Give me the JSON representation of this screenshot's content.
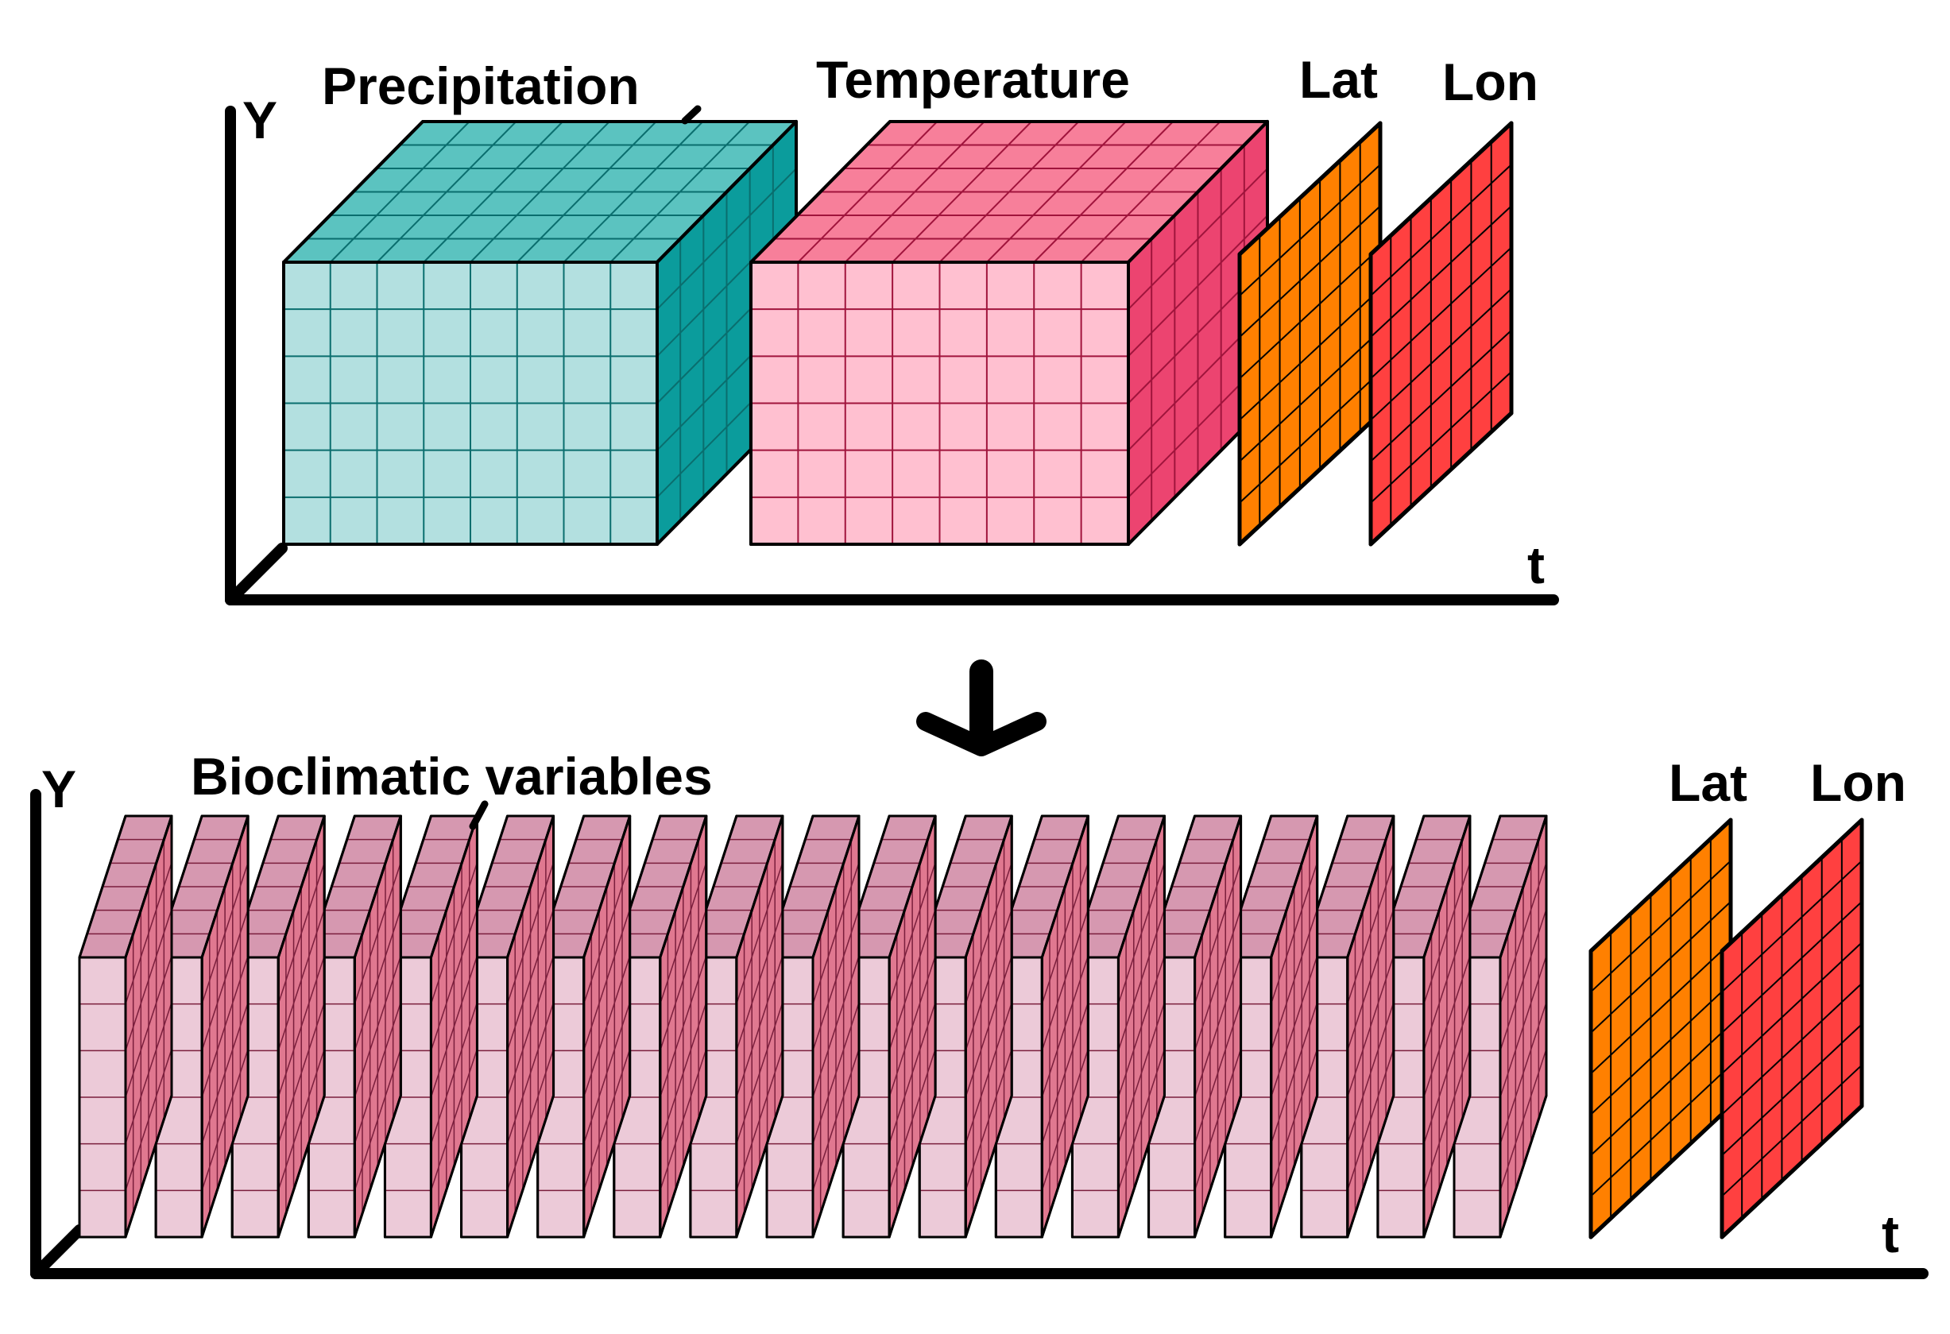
{
  "top": {
    "axis_y": "Y",
    "axis_t": "t",
    "precipitation_label": "Precipitation",
    "temperature_label": "Temperature",
    "lat_label": "Lat",
    "lon_label": "Lon"
  },
  "bottom": {
    "axis_y": "Y",
    "axis_t": "t",
    "bioclim_label": "Bioclimatic variables",
    "bioclim_slab_count": 19,
    "lat_label": "Lat",
    "lon_label": "Lon"
  },
  "colors": {
    "precip_front": "#b3e0e0",
    "precip_top": "#5bc3c0",
    "precip_side": "#0b9c9c",
    "precip_grid": "#0a6e6e",
    "temp_front": "#ffc0d0",
    "temp_top": "#f77f9a",
    "temp_side": "#ec4470",
    "temp_grid": "#a0143c",
    "bio_front": "#eccad8",
    "bio_top": "#d698b0",
    "bio_side": "#e07890",
    "bio_grid": "#7a1e3c",
    "lat_fill": "#ff8000",
    "lon_fill": "#ff4040"
  }
}
